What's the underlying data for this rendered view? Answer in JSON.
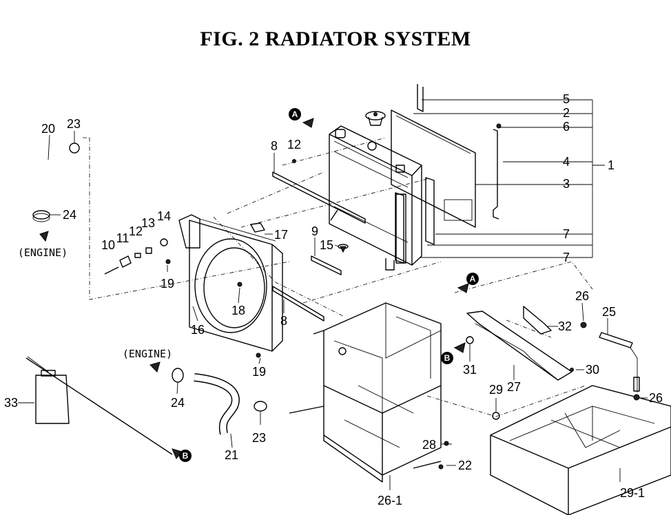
{
  "title": "FIG. 2  RADIATOR SYSTEM",
  "callouts": {
    "c1": "1",
    "c2": "2",
    "c3": "3",
    "c4": "4",
    "c5": "5",
    "c6": "6",
    "c7a": "7",
    "c7b": "7",
    "c8a": "8",
    "c8b": "8",
    "c9": "9",
    "c10": "10",
    "c11": "11",
    "c12a": "12",
    "c12b": "12",
    "c13": "13",
    "c14": "14",
    "c15": "15",
    "c16": "16",
    "c17": "17",
    "c18": "18",
    "c19a": "19",
    "c19b": "19",
    "c20": "20",
    "c21": "21",
    "c22": "22",
    "c23a": "23",
    "c23b": "23",
    "c24a": "24",
    "c24b": "24",
    "c25": "25",
    "c26a": "26",
    "c26b": "26",
    "c26_1": "26-1",
    "c27": "27",
    "c28": "28",
    "c29": "29",
    "c29_1": "29-1",
    "c30": "30",
    "c31": "31",
    "c32": "32",
    "c33": "33"
  },
  "tags": {
    "engine_a": "(ENGINE)",
    "engine_b": "(ENGINE)"
  },
  "markers": {
    "a1": "A",
    "a2": "A",
    "b1": "B",
    "b2": "B"
  }
}
